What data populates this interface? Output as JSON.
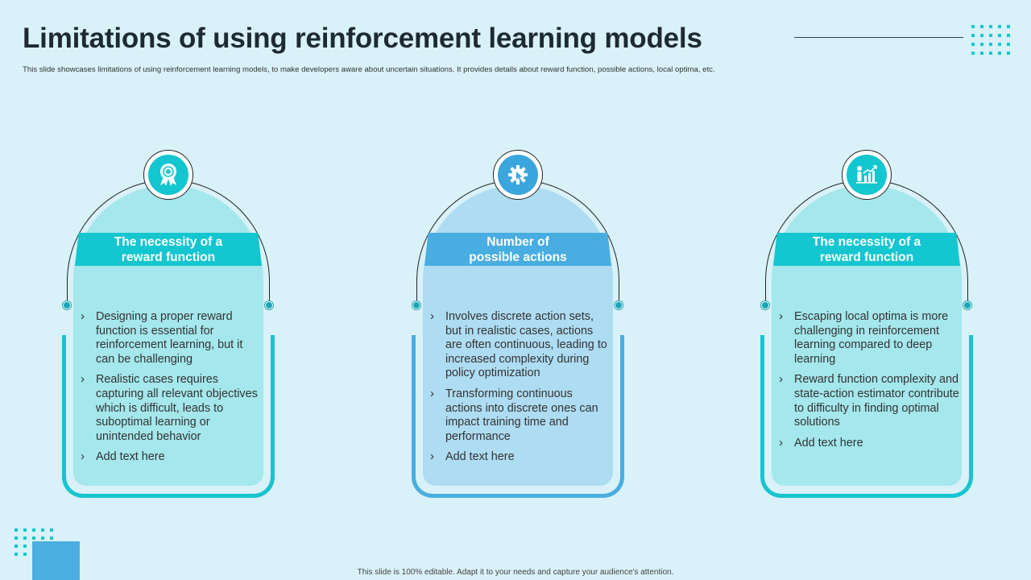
{
  "slide": {
    "title": "Limitations of using reinforcement learning models",
    "subtitle": "This slide showcases limitations of using reinforcement learning models, to make  developers aware about uncertain situations. It provides details about reward function, possible actions, local optima,  etc.",
    "footer": "This slide is 100% editable.  Adapt it to your needs and capture your audience's attention."
  },
  "cards": [
    {
      "icon": "award-ribbon-icon",
      "heading_line1": "The necessity  of a",
      "heading_line2": "reward function",
      "bullets": [
        "Designing a proper reward function is essential for reinforcement learning,  but it can be challenging",
        "Realistic cases requires capturing all relevant objectives which is difficult, leads to suboptimal learning or unintended behavior",
        "Add text here"
      ]
    },
    {
      "icon": "gear-cursor-icon",
      "heading_line1": "Number of",
      "heading_line2": "possible actions",
      "bullets": [
        "Involves discrete action sets, but in realistic cases, actions are often continuous, leading to increased complexity during policy optimization",
        "Transforming continuous actions into discrete ones can impact training time and performance",
        "Add text here"
      ]
    },
    {
      "icon": "growth-chart-person-icon",
      "heading_line1": "The necessity  of a",
      "heading_line2": "reward function",
      "bullets": [
        "Escaping local optima is more challenging in reinforcement learning compared to deep learning",
        "Reward function complexity and state-action estimator contribute to difficulty in finding optimal solutions",
        "Add text here"
      ]
    }
  ],
  "colors": {
    "background": "#d9f1f8",
    "teal": "#13c6cf",
    "blue": "#48ade0",
    "teal_panel": "#a4e7ec",
    "blue_panel": "#aedcf2"
  }
}
